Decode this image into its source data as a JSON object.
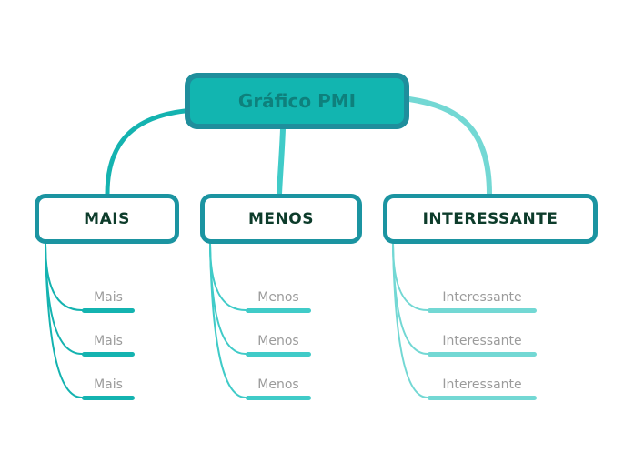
{
  "root": {
    "label": "Gráfico PMI"
  },
  "branches": [
    {
      "label": "MAIS",
      "color": "#14b3b0",
      "children": [
        {
          "label": "Mais"
        },
        {
          "label": "Mais"
        },
        {
          "label": "Mais"
        }
      ]
    },
    {
      "label": "MENOS",
      "color": "#40cbc8",
      "children": [
        {
          "label": "Menos"
        },
        {
          "label": "Menos"
        },
        {
          "label": "Menos"
        }
      ]
    },
    {
      "label": "INTERESSANTE",
      "color": "#73d8d4",
      "children": [
        {
          "label": "Interessante"
        },
        {
          "label": "Interessante"
        },
        {
          "label": "Interessante"
        }
      ]
    }
  ],
  "colors": {
    "root_fill": "#12b5b0",
    "root_border": "#1f8e9c",
    "root_text": "#0e807c",
    "branch_border": "#1b94a1",
    "branch_text": "#0d3c2b",
    "leaf_text": "#9b9b9b",
    "branch_mais_accent": "#14b3b0",
    "branch_menos_accent": "#40cbc8",
    "branch_interessante_accent": "#73d8d4",
    "canvas_background": "#ffffff"
  }
}
